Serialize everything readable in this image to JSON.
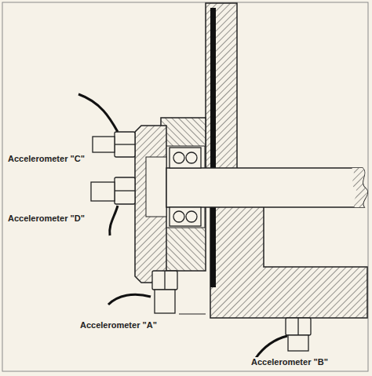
{
  "diagram": {
    "labels": [
      "Accelerometer \"C\"",
      "Accelerometer \"D\"",
      "Accelerometer \"A\"",
      "Accelerometer \"B\""
    ]
  }
}
